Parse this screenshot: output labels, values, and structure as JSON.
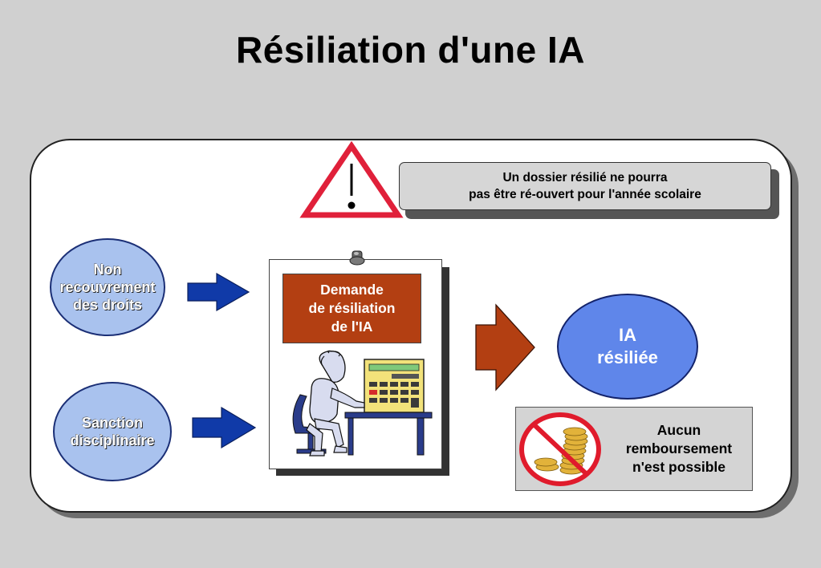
{
  "title": "Résiliation d'une IA",
  "warning_note": {
    "line1": "Un dossier résilié ne pourra",
    "line2": "pas être ré-ouvert pour l'année scolaire"
  },
  "causes": [
    {
      "lines": [
        "Non",
        "recouvrement",
        "des droits"
      ]
    },
    {
      "lines": [
        "Sanction",
        "disciplinaire"
      ]
    }
  ],
  "request_document": {
    "lines": [
      "Demande",
      "de résiliation",
      "de l'IA"
    ]
  },
  "result": {
    "lines": [
      "IA",
      "résiliée"
    ]
  },
  "refund_notice": {
    "lines": [
      "Aucun",
      "remboursement",
      "n'est possible"
    ]
  },
  "colors": {
    "background": "#d0d0d0",
    "panel": "#ffffff",
    "cause_ellipse": "#a9c2ee",
    "result_ellipse": "#5f86ea",
    "input_arrows": "#103aa8",
    "output_arrow": "#b33f12",
    "request_box": "#b33f12",
    "warning_triangle": "#e0203a",
    "forbidden_sign": "#e01b2c"
  },
  "icons": {
    "warning": "warning-triangle-icon",
    "person": "person-at-computer-icon",
    "no_money": "no-coins-icon",
    "pin": "pushpin-icon"
  }
}
